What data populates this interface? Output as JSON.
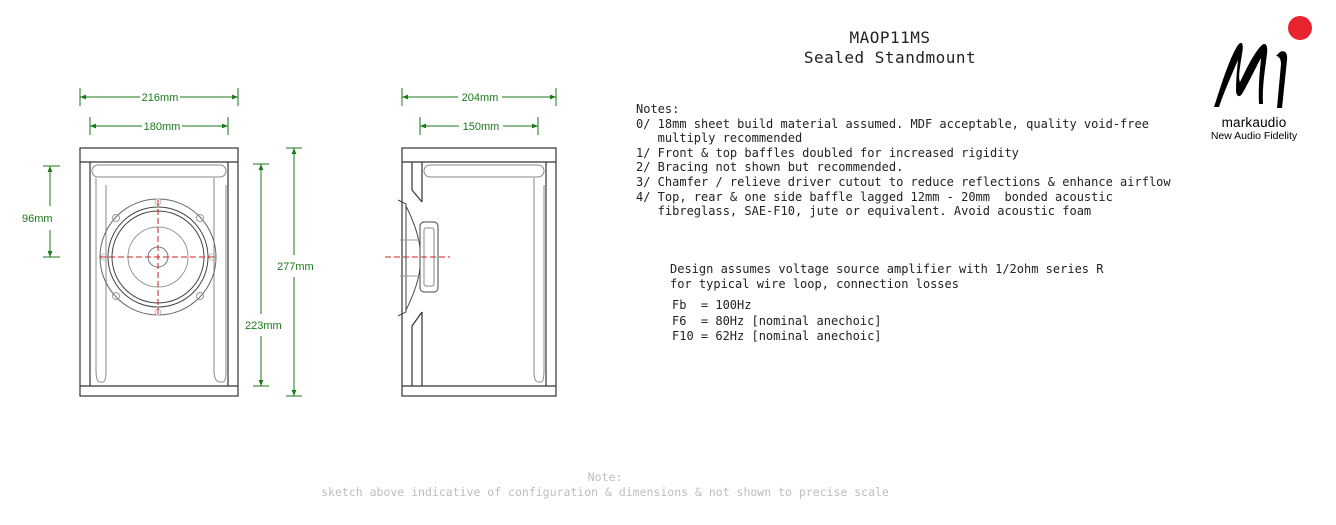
{
  "title": {
    "model": "MAOP11MS",
    "subtitle": "Sealed Standmount"
  },
  "front_view": {
    "width_outer": "216mm",
    "width_inner": "180mm",
    "driver_height": "96mm",
    "height_outer": "277mm",
    "height_inner": "223mm"
  },
  "side_view": {
    "depth_outer": "204mm",
    "depth_inner": "150mm"
  },
  "notes": {
    "heading": "Notes:",
    "lines": [
      "0/ 18mm sheet build material assumed. MDF acceptable, quality void-free",
      "   multiply recommended",
      "1/ Front & top baffles doubled for increased rigidity",
      "2/ Bracing not shown but recommended.",
      "3/ Chamfer / relieve driver cutout to reduce reflections & enhance airflow",
      "4/ Top, rear & one side baffle lagged 12mm - 20mm  bonded acoustic",
      "   fibreglass, SAE-F10, jute or equivalent. Avoid acoustic foam"
    ]
  },
  "design": {
    "lines": [
      "Design assumes voltage source amplifier with 1/2ohm series R",
      "for typical wire loop, connection losses"
    ],
    "specs": [
      "Fb  = 100Hz",
      "F6  = 80Hz [nominal anechoic]",
      "F10 = 62Hz [nominal anechoic]"
    ]
  },
  "footer": {
    "heading": "Note:",
    "text": "sketch above indicative of configuration & dimensions & not shown to precise scale"
  },
  "brand": {
    "name": "markaudio",
    "tagline": "New Audio Fidelity"
  },
  "colors": {
    "dimension": "#1a7a1a",
    "centerline": "#cc2222",
    "outline": "#333333",
    "logo_dot": "#e8242e"
  }
}
